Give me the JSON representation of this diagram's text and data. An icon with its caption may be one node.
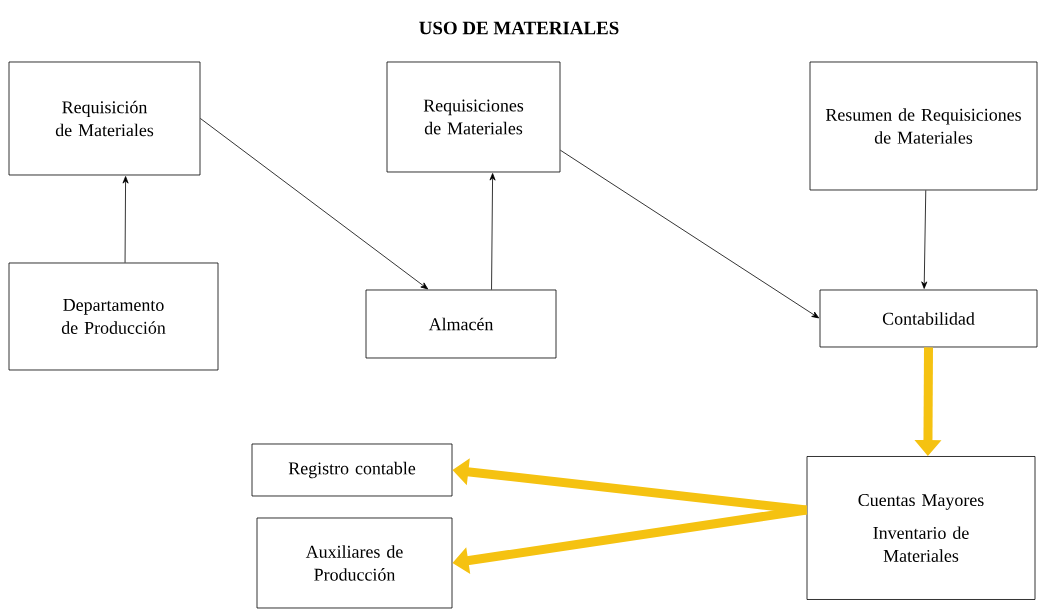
{
  "diagram": {
    "title": "USO DE MATERIALES",
    "nodes": [
      {
        "text": [
          "Requisición de Materiales"
        ]
      },
      {
        "text": [
          "Departamento de Producción"
        ]
      },
      {
        "text": [
          "Requisiciones de Materiales"
        ]
      },
      {
        "text": [
          "Almacén"
        ]
      },
      {
        "text": [
          "Resumen de Requisiciones de Materiales"
        ]
      },
      {
        "text": [
          "Contabilidad"
        ]
      },
      {
        "text": [
          "Registro contable"
        ]
      },
      {
        "text": [
          "Auxiliares de Producción"
        ]
      },
      {
        "text": [
          "Cuentas Mayores",
          "Inventario de Materiales"
        ]
      }
    ],
    "edges": [
      {
        "from": 1,
        "to": 0,
        "arrow": "to"
      },
      {
        "from": 0,
        "to": 3,
        "arrow": "to"
      },
      {
        "from": 3,
        "to": 2,
        "arrow": "to"
      },
      {
        "from": 2,
        "to": 5,
        "arrow": "to"
      },
      {
        "from": 4,
        "to": 5,
        "arrow": "to"
      },
      {
        "from": 5,
        "to": 8,
        "arrow": "to",
        "style": "thick",
        "color": "#f5c211"
      },
      {
        "from": 8,
        "to": 6,
        "arrow": "to",
        "style": "thick",
        "color": "#f5c211"
      },
      {
        "from": 8,
        "to": 7,
        "arrow": "to",
        "style": "thick",
        "color": "#f5c211"
      }
    ]
  }
}
